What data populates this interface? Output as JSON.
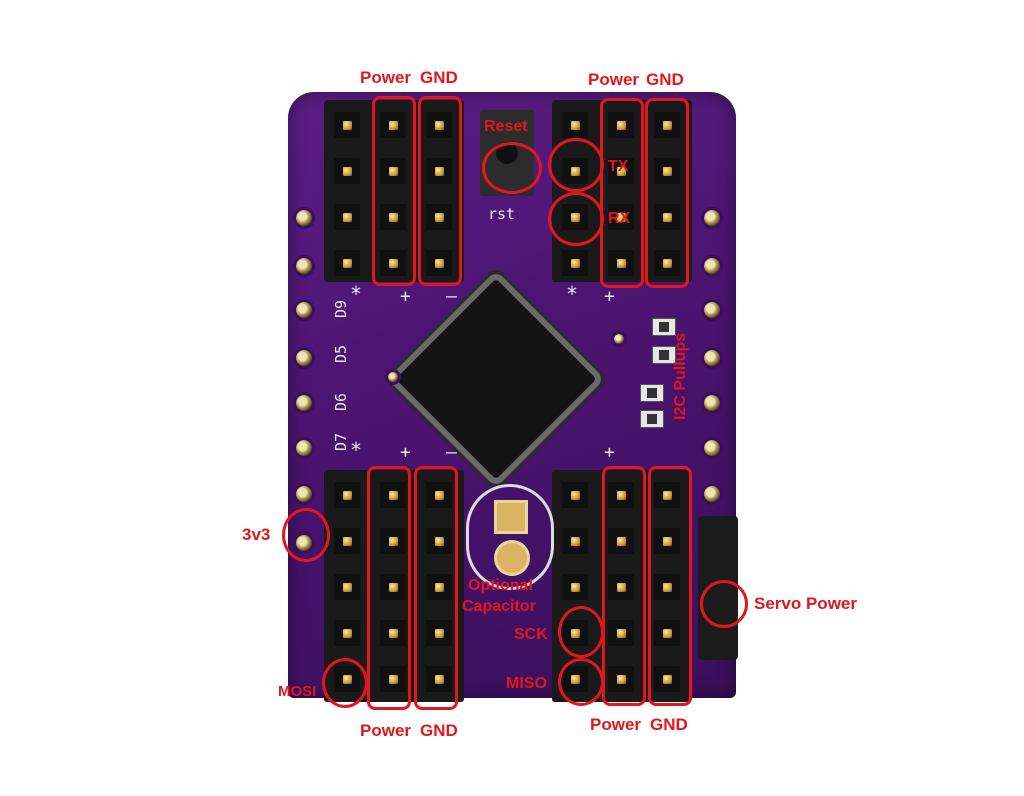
{
  "silkscreen": {
    "rst": "rst",
    "d9": "D9",
    "d5": "D5",
    "d6": "D6",
    "d7": "D7",
    "star": "*",
    "plus": "+",
    "minus": "–"
  },
  "annotations": {
    "power_gnd_top_left": {
      "power": "Power",
      "gnd": "GND"
    },
    "power_gnd_top_right": {
      "power": "Power",
      "gnd": "GND"
    },
    "power_gnd_bottom_left": {
      "power": "Power",
      "gnd": "GND"
    },
    "power_gnd_bottom_right": {
      "power": "Power",
      "gnd": "GND"
    },
    "reset": "Reset",
    "tx": "TX",
    "rx": "RX",
    "i2c_pullups": "I2C Pullups",
    "v3v3": "3v3",
    "mosi": "MOSI",
    "miso": "MISO",
    "sck": "SCK",
    "optional_capacitor_line1": "Optional",
    "optional_capacitor_line2": "Capacitor",
    "servo_power": "Servo Power"
  },
  "colors": {
    "annotation": "#e2171d",
    "pcb": "#4a1470",
    "gold": "#c79a34"
  }
}
